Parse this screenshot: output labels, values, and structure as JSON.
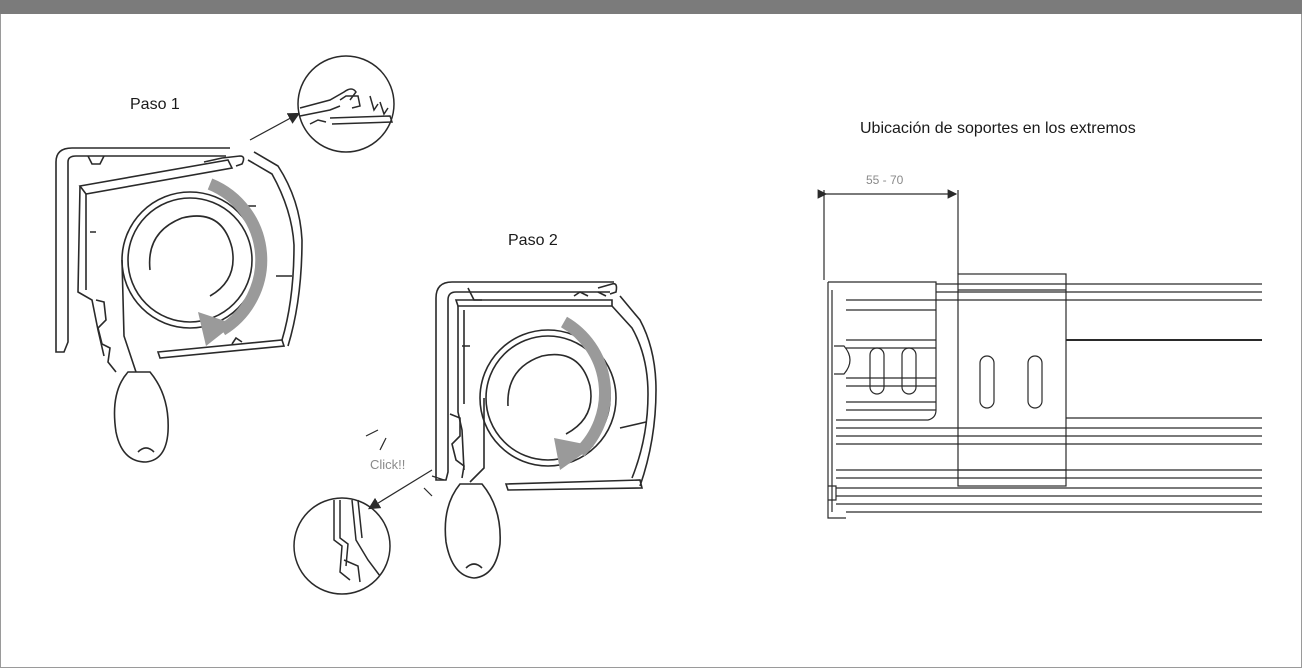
{
  "labels": {
    "step1": "Paso 1",
    "step2": "Paso 2",
    "bracket_title": "Ubicación de soportes en los extremos",
    "dimension": "55 - 70",
    "click": "Click!!"
  },
  "colors": {
    "line": "#2a2a2a",
    "arrow_gray": "#9a9a9a",
    "top_bar": "#7b7b7b"
  }
}
